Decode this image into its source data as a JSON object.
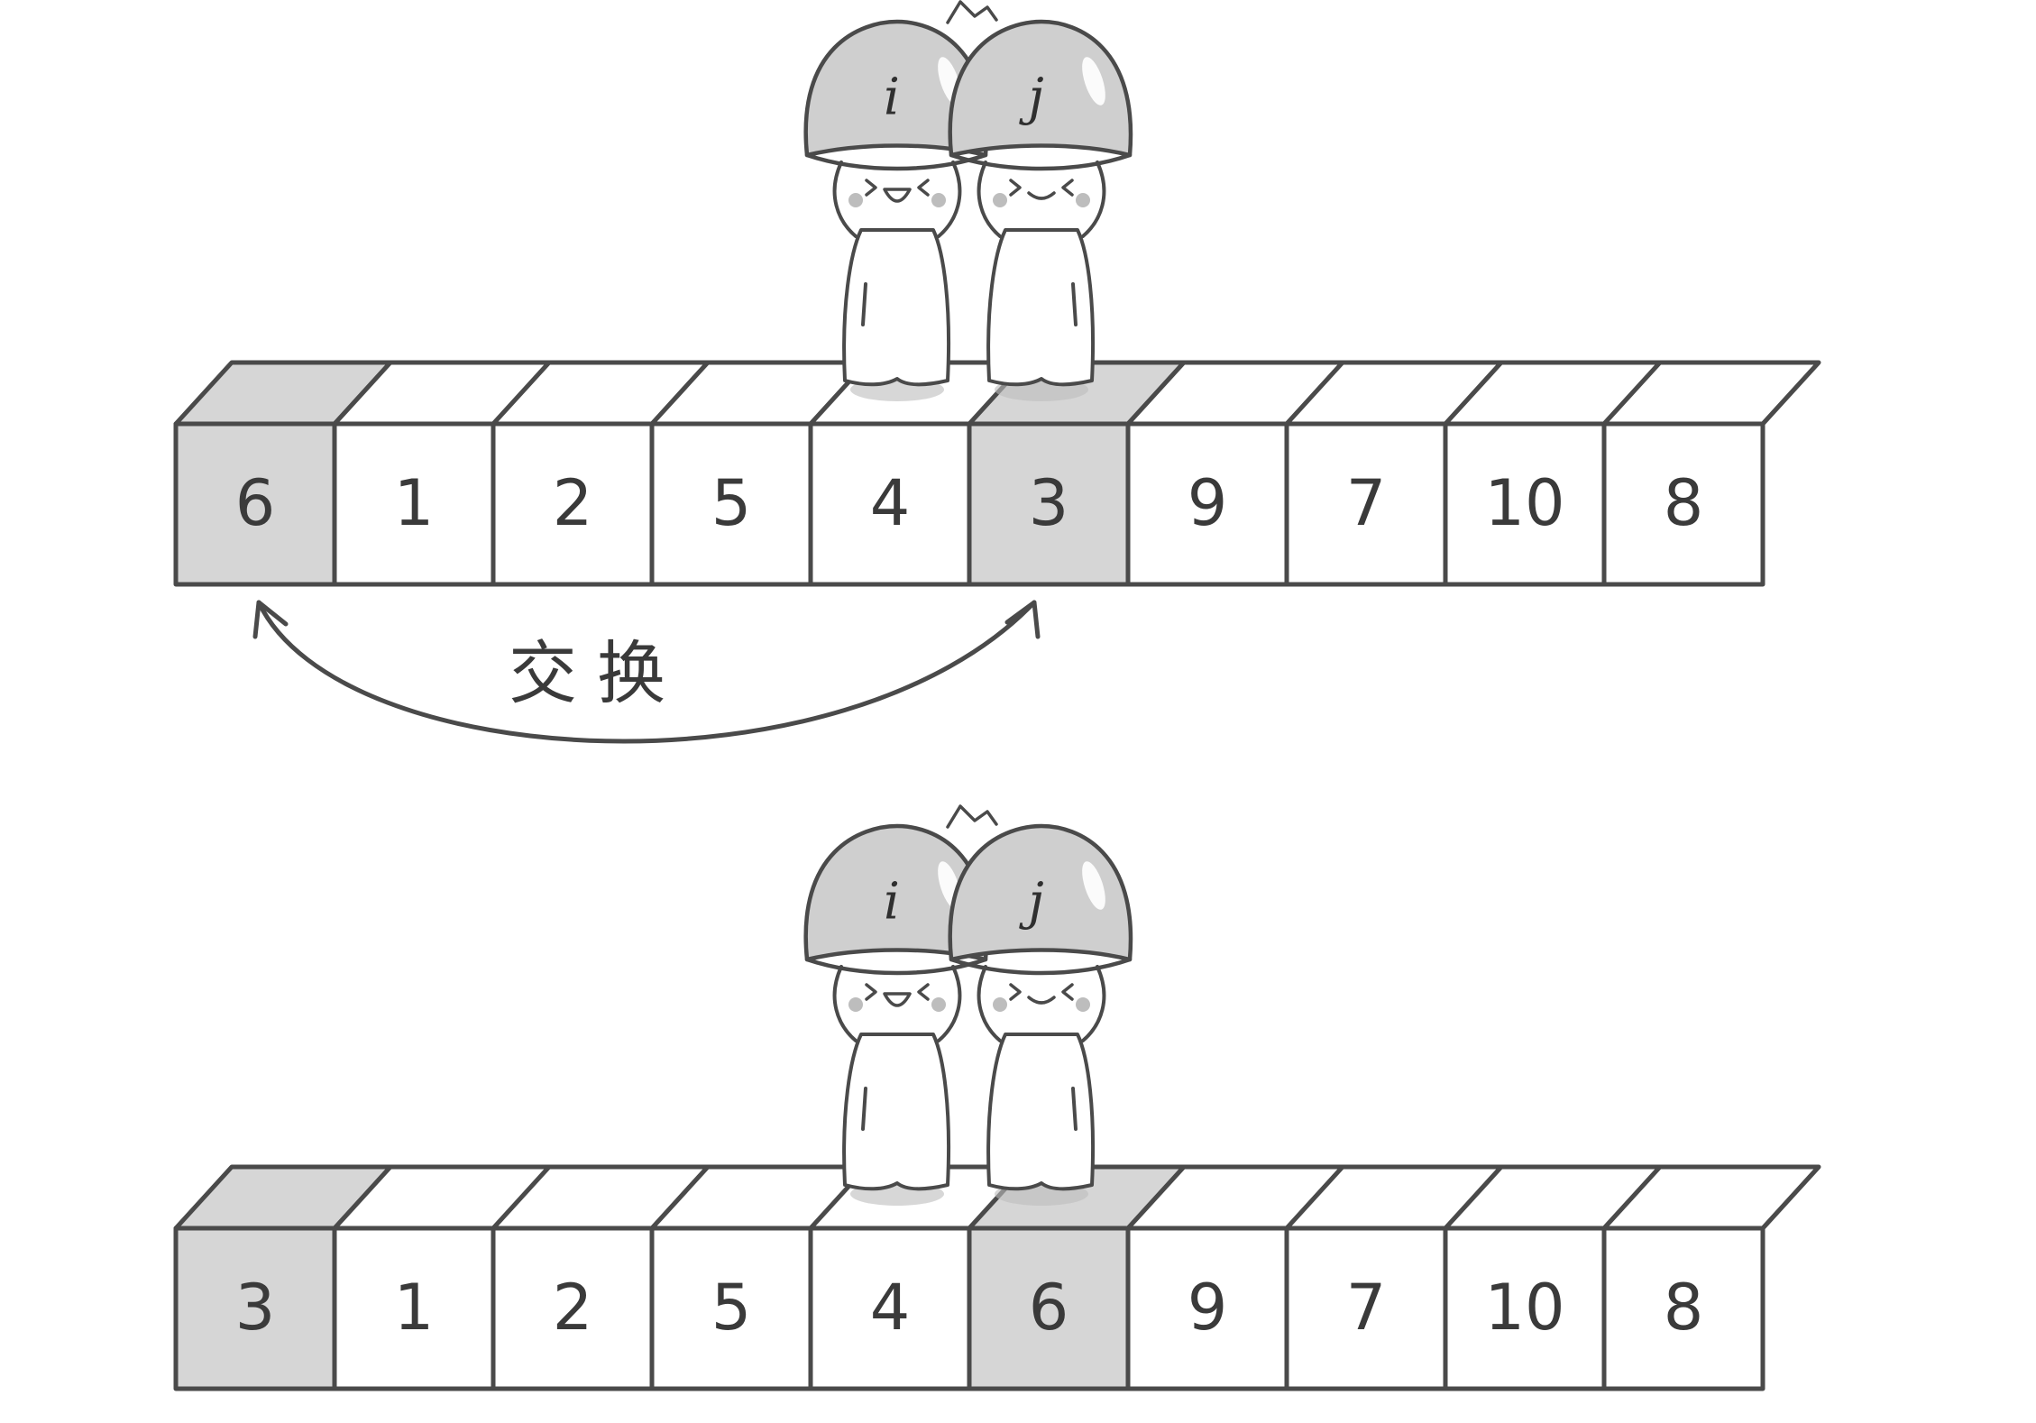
{
  "colors": {
    "stroke": "#4a4a4a",
    "highlight": "#d6d6d6",
    "cell": "#ffffff",
    "helmet": "#cfcfcf",
    "blush": "#bdbdbd"
  },
  "arrays": [
    {
      "name": "before-swap",
      "values": [
        "6",
        "1",
        "2",
        "5",
        "4",
        "3",
        "9",
        "7",
        "10",
        "8"
      ],
      "highlighted": [
        0,
        5
      ]
    },
    {
      "name": "after-swap",
      "values": [
        "3",
        "1",
        "2",
        "5",
        "4",
        "6",
        "9",
        "7",
        "10",
        "8"
      ],
      "highlighted": [
        0,
        5
      ]
    }
  ],
  "pointers": {
    "left_label": "i",
    "right_label": "j",
    "position_index": 5
  },
  "swap": {
    "label": "交换",
    "from_index": 0,
    "to_index": 5
  }
}
